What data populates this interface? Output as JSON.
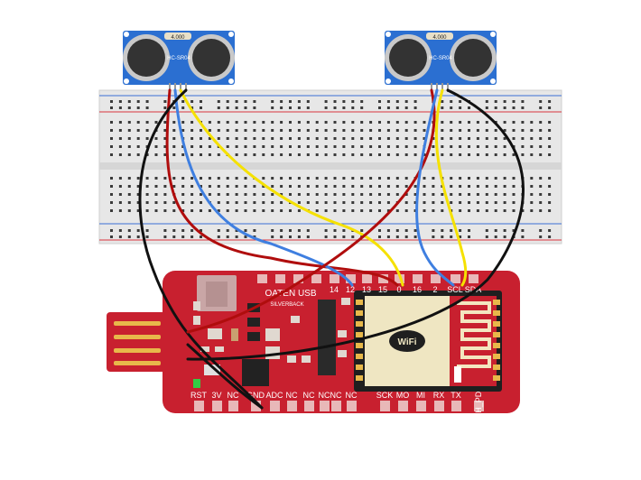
{
  "sensors": [
    {
      "label": "4.000",
      "model": "HC-SR04"
    },
    {
      "label": "4.000",
      "model": "HC-SR04"
    }
  ],
  "board": {
    "title": "OATEN USB",
    "subtitle": "SILVERBACK",
    "top_pins": [
      "14",
      "12",
      "13",
      "15",
      "0",
      "16",
      "2",
      "SCL",
      "SDA"
    ],
    "bottom_pins": [
      "RST",
      "3V",
      "NC",
      "GND",
      "ADC",
      "NC",
      "NC",
      "NC",
      "NC",
      "NC",
      "SCK",
      "MO",
      "MI",
      "RX",
      "TX",
      "CH_PD"
    ],
    "module_text": "WiFi"
  },
  "colors": {
    "board": "#c8202f",
    "breadboard": "#e6e6e6",
    "rail_red": "#d9363e",
    "rail_blue": "#3b6fd6",
    "wire_red": "#b00d0d",
    "wire_yellow": "#f5e100",
    "wire_blue": "#3f7fe0",
    "wire_black": "#111111",
    "sensor": "#2b6fd1"
  }
}
